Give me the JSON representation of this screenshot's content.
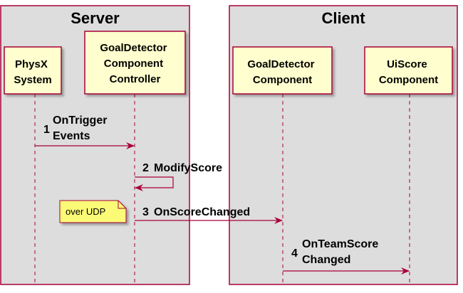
{
  "boxes": {
    "server": {
      "title": "Server"
    },
    "client": {
      "title": "Client"
    }
  },
  "participants": {
    "physx": [
      "PhysX",
      "System"
    ],
    "controller": [
      "GoalDetector",
      "Component",
      "Controller"
    ],
    "detector": [
      "GoalDetector",
      "Component"
    ],
    "uiscore": [
      "UiScore",
      "Component"
    ]
  },
  "messages": [
    {
      "num": "1",
      "lines": [
        "OnTrigger",
        "Events"
      ]
    },
    {
      "num": "2",
      "lines": [
        "ModifyScore"
      ]
    },
    {
      "num": "3",
      "lines": [
        "OnScoreChanged"
      ]
    },
    {
      "num": "4",
      "lines": [
        "OnTeamScore",
        "Changed"
      ]
    }
  ],
  "note": {
    "text": "over UDP"
  },
  "colors": {
    "box_fill": "#dddddd",
    "box_border": "#a80036",
    "participant_fill": "#fefece",
    "arrow": "#a80036",
    "lifeline": "#a80036",
    "note_fill": "#fbfb77"
  }
}
